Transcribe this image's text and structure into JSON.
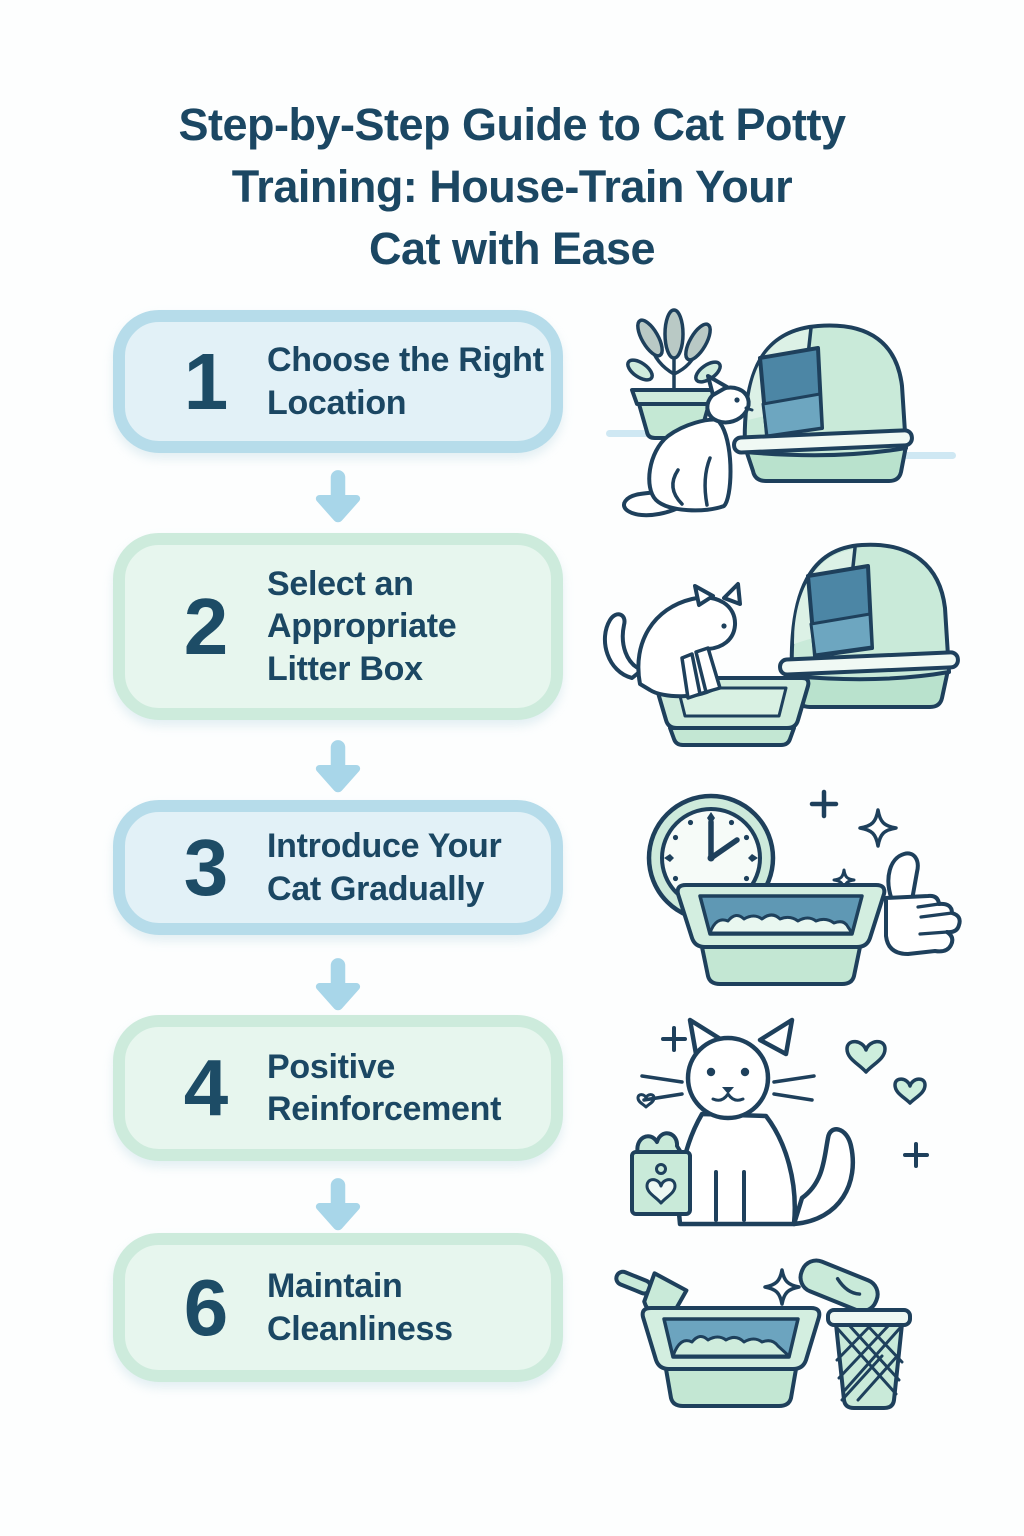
{
  "infographic": {
    "title": "Step-by-Step Guide to Cat Potty\nTraining: House-Train Your\nCat with Ease"
  },
  "steps": [
    {
      "number": "1",
      "label": "Choose the Right\nLocation",
      "illustration": "cat-sniffing-hooded-litter-box-beside-potted-plant",
      "theme": "blue"
    },
    {
      "number": "2",
      "label": "Select an\nAppropriate\nLitter Box",
      "illustration": "cat-stepping-into-open-tray-beside-hooded-litter-box",
      "theme": "green"
    },
    {
      "number": "3",
      "label": "Introduce Your\nCat Gradually",
      "illustration": "clock-thumbs-up-and-litter-tray",
      "theme": "blue"
    },
    {
      "number": "4",
      "label": "Positive\nReinforcement",
      "illustration": "sitting-cat-with-hearts-and-treat-bag",
      "theme": "green"
    },
    {
      "number": "6",
      "label": "Maintain\nCleanliness",
      "illustration": "scoop-litter-tray-and-waste-bin",
      "theme": "green"
    }
  ],
  "colors": {
    "title_text": "#1b4763",
    "step_number": "#1d4c66",
    "card_blue_fill": "#e2f1f7",
    "card_blue_border": "#b6dcea",
    "card_green_fill": "#e7f6ee",
    "card_green_border": "#cdebdc",
    "arrow": "#a8d6e9",
    "outline_navy": "#1e405c",
    "mint": "#c9ead9",
    "opening_blue": "#4c86a5",
    "litter_blue": "#5f98b4",
    "floor_blue": "#cfe8f3"
  }
}
